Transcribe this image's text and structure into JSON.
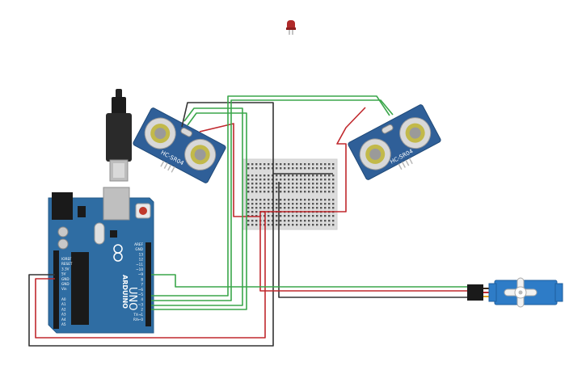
{
  "components": {
    "arduino": {
      "brand_text": "ARDUINO",
      "model_text": "UNO",
      "power_pins": [
        "IOREF",
        "RESET",
        "3.3V",
        "5V",
        "GND",
        "GND",
        "Vin"
      ],
      "analog_pins": [
        "A0",
        "A1",
        "A2",
        "A3",
        "A4",
        "A5"
      ],
      "digital_pins": [
        "AREF",
        "GND",
        "13",
        "12",
        "~11",
        "~10",
        "~9",
        "8",
        "7",
        "~6",
        "~5",
        "4",
        "~3",
        "2",
        "TX→1",
        "RX←0"
      ],
      "board_color": "#2f6da3"
    },
    "sensor_left": {
      "label": "HC-SR04",
      "board_color": "#2f5f98"
    },
    "sensor_right": {
      "label": "HC-SR04",
      "board_color": "#2f5f98"
    },
    "breadboard": {
      "color": "#dcdcdc"
    },
    "servo": {
      "color": "#2e7cc7"
    },
    "led": {
      "color": "#b02a2a"
    }
  },
  "wire_colors": {
    "black": "#333333",
    "red": "#c0282d",
    "green": "#3aa64a"
  }
}
